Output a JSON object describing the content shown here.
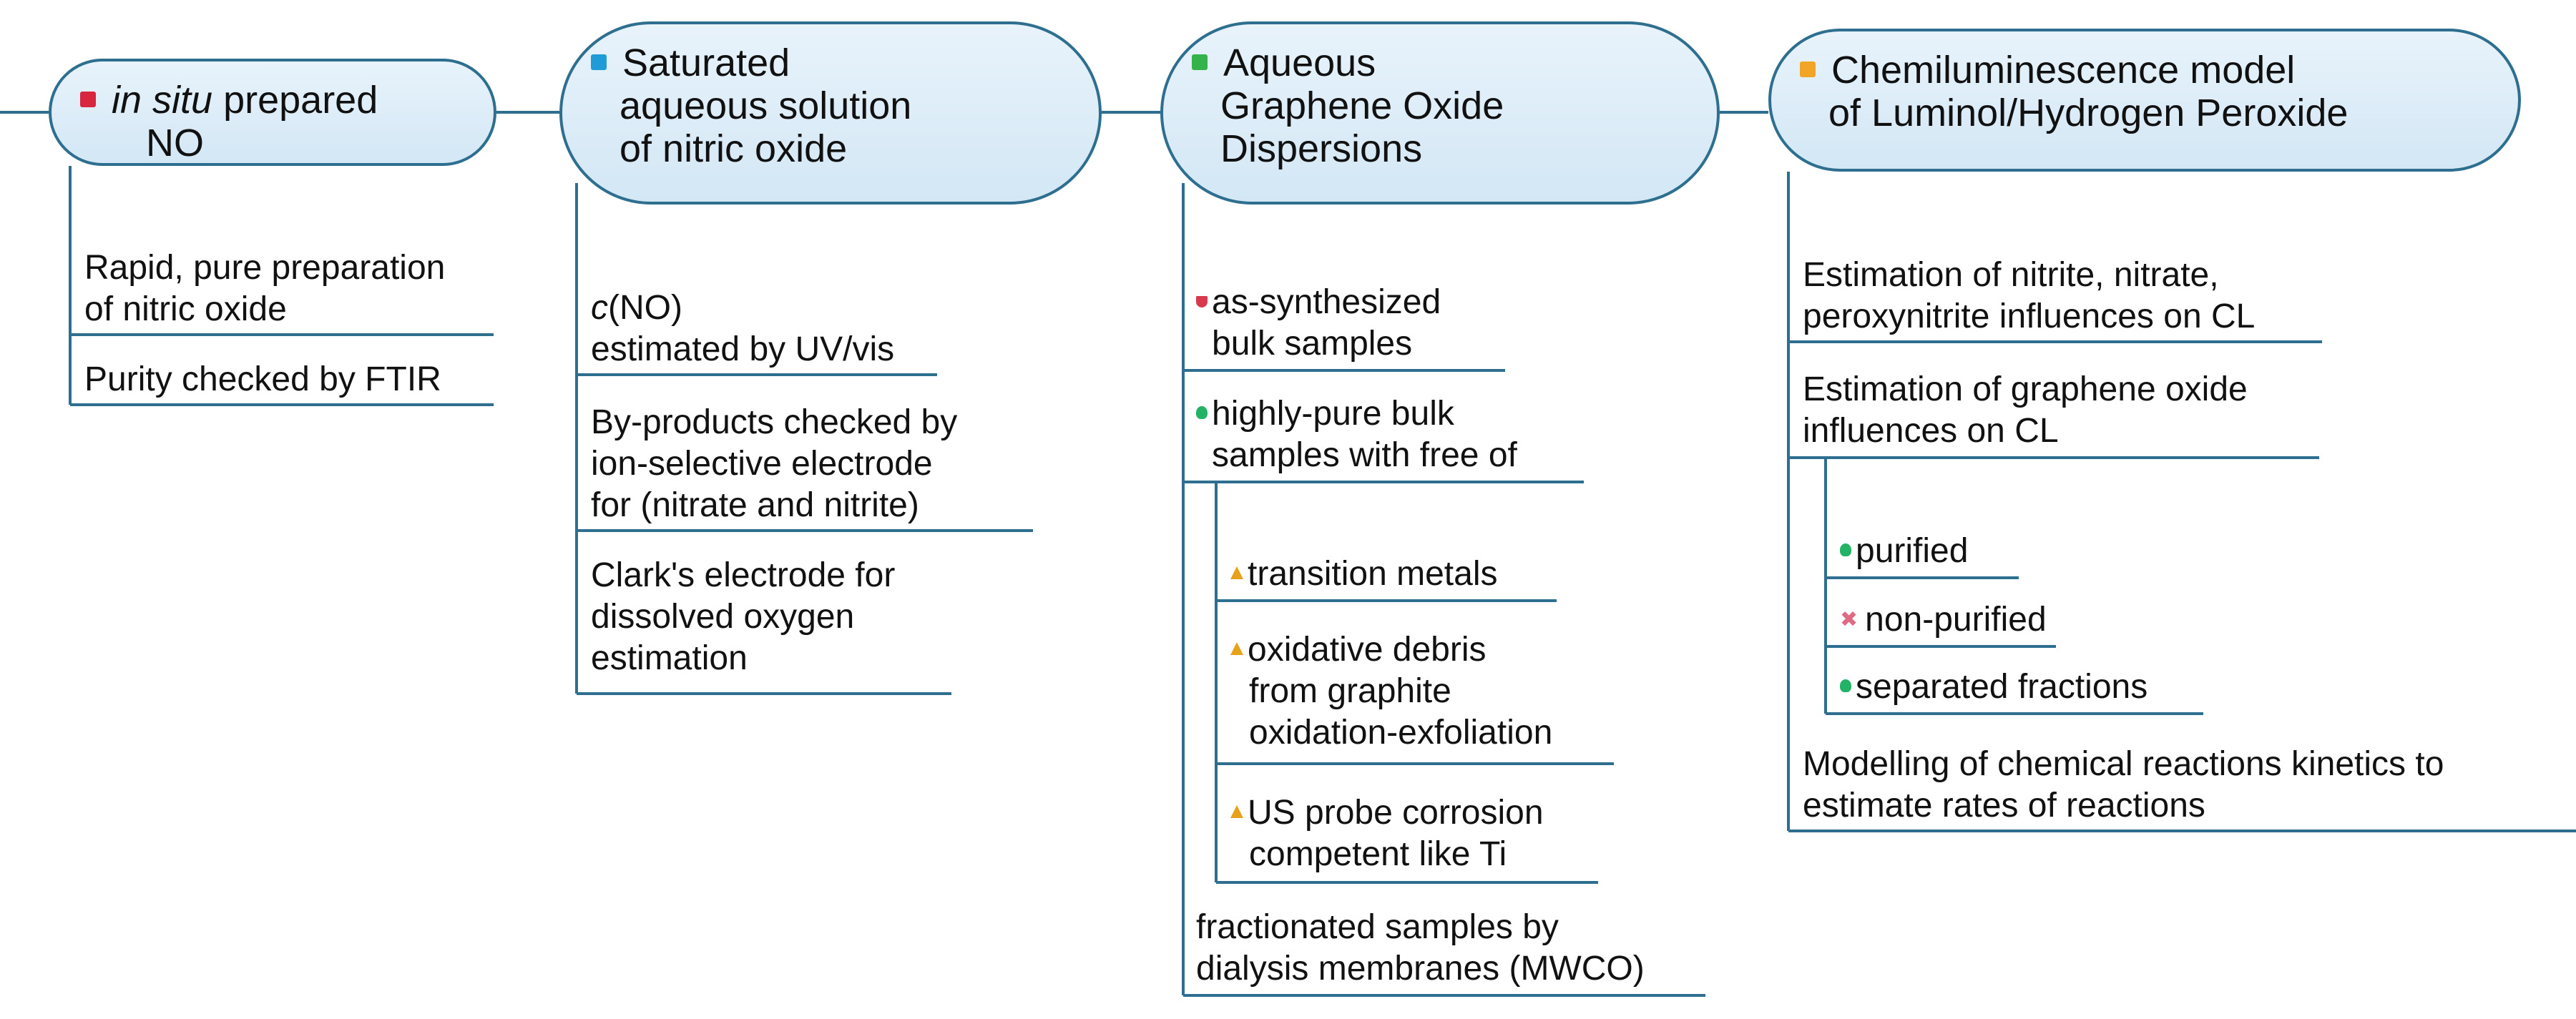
{
  "colors": {
    "line": "#2e6e8e",
    "pill_fill": "#dcedf8",
    "badge_1": "#d7263d",
    "badge_2": "#1f9bd7",
    "badge_3": "#35b34a",
    "badge_4": "#f0a526"
  },
  "topics": [
    {
      "badge": "1",
      "title_lines": [
        "in situ prepared",
        "NO"
      ],
      "items": [
        "Rapid, pure preparation of nitric oxide",
        "Purity checked by FTIR"
      ]
    },
    {
      "badge": "2",
      "title_lines": [
        "Saturated",
        "aqueous solution",
        "of nitric oxide"
      ],
      "items": [
        "c(NO) estimated by UV/vis",
        "By-products checked by ion-selective electrode for (nitrate and nitrite)",
        "Clark's electrode for dissolved oxygen estimation"
      ]
    },
    {
      "badge": "3",
      "title_lines": [
        "Aqueous",
        "Graphene Oxide",
        "Dispersions"
      ],
      "items": [
        {
          "marker": "flag-red-icon",
          "text": "as-synthesized bulk samples"
        },
        {
          "marker": "green-drop-icon",
          "text": "highly-pure bulk samples with free of",
          "children": [
            {
              "marker": "warning-triangle-icon",
              "text": "transition metals"
            },
            {
              "marker": "warning-triangle-icon",
              "text": "oxidative debris from graphite oxidation-exfoliation"
            },
            {
              "marker": "warning-triangle-icon",
              "text": "US probe corrosion competent like Ti"
            }
          ]
        },
        {
          "marker": "",
          "text": "fractionated samples by dialysis membranes (MWCO)"
        }
      ]
    },
    {
      "badge": "4",
      "title_lines": [
        "Chemiluminescence model",
        "of Luminol/Hydrogen Peroxide"
      ],
      "items": [
        {
          "marker": "",
          "text": "Estimation of nitrite, nitrate, peroxynitrite influences on CL"
        },
        {
          "marker": "",
          "text": "Estimation of graphene oxide influences on CL",
          "children": [
            {
              "marker": "green-drop-icon",
              "text": "purified"
            },
            {
              "marker": "pink-cross-icon",
              "text": "non-purified"
            },
            {
              "marker": "green-drop-icon",
              "text": "separated fractions"
            }
          ]
        },
        {
          "marker": "",
          "text": "Modelling of chemical reactions kinetics to estimate rates of reactions"
        }
      ]
    }
  ],
  "display": {
    "t1": {
      "l1_italic": "in situ",
      "l1_rest": " prepared",
      "l2": "NO"
    },
    "t1_items": [
      [
        "Rapid, pure preparation",
        "of nitric oxide"
      ],
      [
        "Purity checked by FTIR"
      ]
    ],
    "t2": {
      "l1": "Saturated",
      "l2": "aqueous solution",
      "l3": "of nitric oxide"
    },
    "t2_items": {
      "a_italic": "c",
      "a_rest": "(NO)",
      "a2": "estimated by UV/vis",
      "b": [
        "By-products checked by",
        "ion-selective electrode",
        "for (nitrate and nitrite)"
      ],
      "c": [
        "Clark's electrode for",
        "dissolved oxygen",
        "estimation"
      ]
    },
    "t3": {
      "l1": "Aqueous",
      "l2": "Graphene Oxide",
      "l3": "Dispersions"
    },
    "t3_items": {
      "a": [
        "as-synthesized",
        "bulk samples"
      ],
      "b": [
        "highly-pure bulk",
        "samples with free of"
      ],
      "c": [
        "transition metals"
      ],
      "d": [
        "oxidative debris",
        "from graphite",
        "oxidation-exfoliation"
      ],
      "e": [
        "US probe corrosion",
        "competent like Ti"
      ],
      "f": [
        "fractionated samples by",
        "dialysis membranes (MWCO)"
      ]
    },
    "t4": {
      "l1": "Chemiluminescence model",
      "l2": "of Luminol/Hydrogen Peroxide"
    },
    "t4_items": {
      "a": [
        "Estimation of nitrite, nitrate,",
        "peroxynitrite influences on CL"
      ],
      "b": [
        "Estimation of graphene oxide",
        "influences on CL"
      ],
      "c": [
        "purified"
      ],
      "d": [
        "non-purified"
      ],
      "e": [
        "separated fractions"
      ],
      "f": [
        "Modelling of chemical reactions kinetics to",
        "estimate rates of reactions"
      ]
    }
  }
}
